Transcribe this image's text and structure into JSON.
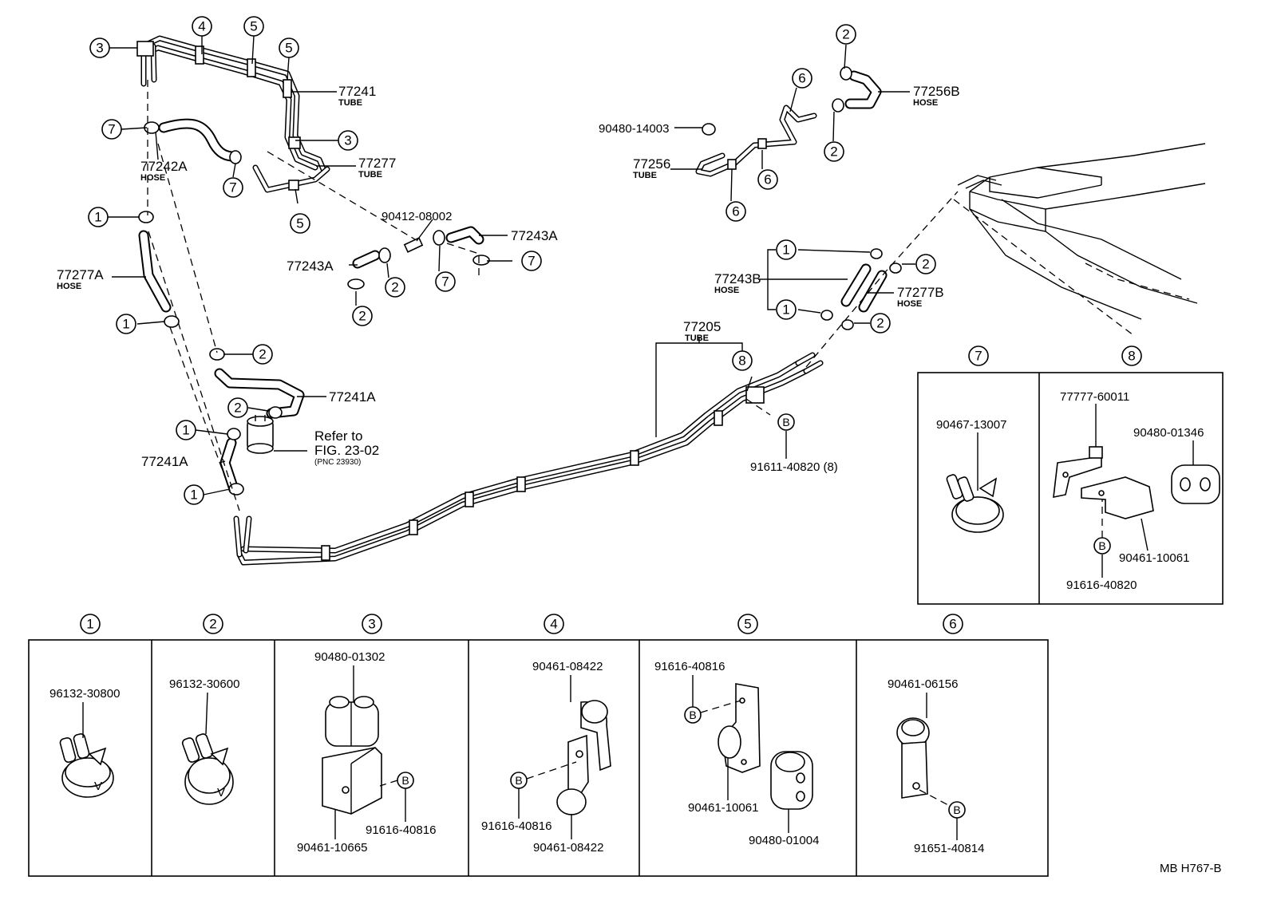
{
  "callouts": {
    "c1": "1",
    "c2": "2",
    "c3": "3",
    "c4": "4",
    "c5": "5",
    "c6": "6",
    "c7": "7",
    "c8": "8",
    "b": "B"
  },
  "parts": {
    "p77241": "77241",
    "tube": "TUBE",
    "hose": "HOSE",
    "p77277": "77277",
    "p77242A": "77242A",
    "p77277A": "77277A",
    "p90412": "90412-08002",
    "p77243A": "77243A",
    "p77241A": "77241A",
    "refer_to": "Refer to",
    "fig": "FIG. 23-02",
    "pnc": "(PNC 23930)",
    "p90480_14003": "90480-14003",
    "p77256": "77256",
    "p77256B": "77256B",
    "p77243B": "77243B",
    "p77277B": "77277B",
    "p77205": "77205",
    "p91611": "91611-40820 (8)",
    "p90467": "90467-13007",
    "p77777": "77777-60011",
    "p90480_01346": "90480-01346",
    "p90461_10061": "90461-10061",
    "p91616_40820": "91616-40820",
    "p96132_30800": "96132-30800",
    "p96132_30600": "96132-30600",
    "p90480_01302": "90480-01302",
    "p91616_40816": "91616-40816",
    "p90461_10665": "90461-10665",
    "p90461_08422": "90461-08422",
    "p90480_01004": "90480-01004",
    "p90461_06156": "90461-06156",
    "p91651_40814": "91651-40814",
    "footer": "MB  H767-B"
  }
}
